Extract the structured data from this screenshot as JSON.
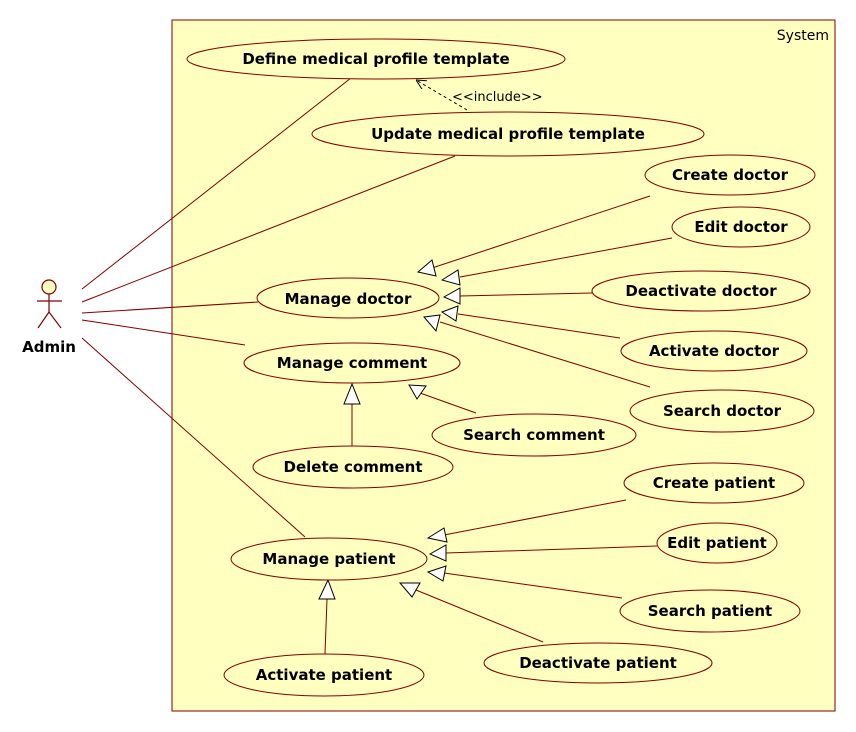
{
  "system": {
    "label": "System",
    "fill": "#ffffc0",
    "stroke": "#800000"
  },
  "actor": {
    "label": "Admin"
  },
  "use_cases": {
    "define_template": "Define medical profile template",
    "update_template": "Update  medical profile template",
    "create_doctor": "Create doctor",
    "edit_doctor": "Edit doctor",
    "manage_doctor": "Manage doctor",
    "deactivate_doctor": "Deactivate doctor",
    "activate_doctor": "Activate doctor",
    "manage_comment": "Manage comment",
    "search_doctor": "Search doctor",
    "search_comment": "Search comment",
    "delete_comment": "Delete comment",
    "create_patient": "Create patient",
    "manage_patient": "Manage patient",
    "edit_patient": "Edit patient",
    "search_patient": "Search patient",
    "deactivate_patient": "Deactivate patient",
    "activate_patient": "Activate patient"
  },
  "relations": {
    "include_label": "<<include>>"
  }
}
